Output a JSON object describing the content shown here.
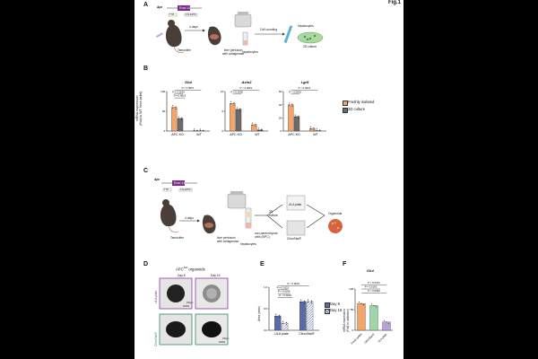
{
  "figure": {
    "title": "Fig.1",
    "panels": {
      "A": {
        "label": "A",
        "gene_header": "Apc",
        "gene_construct": "Apc",
        "exon": "Exon 14",
        "ttr": "TTR",
        "cre": "Cre-ERT2",
        "days": "4 days",
        "tamoxifen": "Tamoxifen",
        "perfusion": "liver perfusion\nwith collagenase",
        "hepatocytes_tube": "hepatocytes",
        "cell_counting": "Cell counting",
        "hepatocytes_dish": "hepatocytes",
        "culture": "2D culture"
      },
      "B": {
        "label": "B",
        "ylabel": "mRNA expression\n(Fold to WT fresh pellet)",
        "legend": [
          {
            "name": "Freshly isolated",
            "color": "#f4a468"
          },
          {
            "name": "2D culture",
            "color": "#6b6b6b"
          }
        ]
      },
      "C": {
        "label": "C",
        "gene_header": "Apc",
        "exon": "Exon 14",
        "ttr": "TTR",
        "cre": "Cre-ERT2",
        "days": "4 days",
        "tamoxifen": "Tamoxifen",
        "perfusion": "liver perfusion\nwith collagenase",
        "npc": "non-parenchymal\ncells (NPC)",
        "hepatocytes": "hepatocytes",
        "culture3d": "3D\nculture",
        "ula": "ULA plate",
        "clinostar": "ClinoStar®",
        "organoids": "Organoids"
      },
      "D": {
        "label": "D",
        "title": "APC",
        "title_suffix": "organoids",
        "col1": "Day 8",
        "col2": "Day 16",
        "row1": "ULA plate",
        "row2": "ClinoStar®",
        "scale": "100µm"
      },
      "E": {
        "label": "E",
        "ylabel": "Area (mm²)",
        "legend": [
          {
            "name": "Day 8",
            "color": "#5a6aa8"
          },
          {
            "name": "Day 16",
            "color": "#5a6aa8"
          }
        ]
      },
      "F": {
        "label": "F",
        "title": "Glul",
        "ylabel": "mRNA expression\n(Fold to calibrator)"
      }
    }
  },
  "chart_data": [
    {
      "type": "bar",
      "title": "Glul",
      "categories": [
        "APC KO",
        "WT"
      ],
      "series": [
        {
          "name": "Freshly isolated",
          "values": [
            60,
            0.5
          ]
        },
        {
          "name": "2D culture",
          "values": [
            32,
            0.3
          ]
        }
      ],
      "ylim": [
        0,
        100
      ],
      "yticks": [
        "0",
        "50",
        "100"
      ],
      "annotations": [
        "P = 0.0007",
        "P = 0.0019",
        "P = 0.0019"
      ]
    },
    {
      "type": "bar",
      "title": "Axin2",
      "categories": [
        "APC KO",
        "WT"
      ],
      "series": [
        {
          "name": "Freshly isolated",
          "values": [
            7,
            1.6
          ]
        },
        {
          "name": "2D culture",
          "values": [
            5.5,
            0.3
          ]
        }
      ],
      "ylim": [
        0,
        10
      ],
      "yticks": [
        "0",
        "5",
        "10"
      ],
      "annotations": [
        "P < 0.0001",
        "P = 0.0005"
      ]
    },
    {
      "type": "bar",
      "title": "Lgr5",
      "categories": [
        "APC KO",
        "WT"
      ],
      "series": [
        {
          "name": "Freshly isolated",
          "values": [
            40,
            4
          ]
        },
        {
          "name": "2D culture",
          "values": [
            22,
            0.5
          ]
        }
      ],
      "ylim": [
        0,
        60
      ],
      "yticks": [
        "0",
        "20",
        "40",
        "60"
      ],
      "annotations": [
        "P < 0.0001",
        "P < 0.0001"
      ]
    },
    {
      "type": "bar",
      "title": "",
      "categories": [
        "ULA plate",
        "ClinoStar®"
      ],
      "series": [
        {
          "name": "Day 8",
          "values": [
            0.4,
            0.8
          ]
        },
        {
          "name": "Day 16",
          "values": [
            0.2,
            0.8
          ]
        }
      ],
      "ylim": [
        0,
        1.2
      ],
      "yticks": [
        "0.0",
        "0.5",
        "1.0"
      ],
      "annotations": [
        "P < 0.0001",
        "P = 0.0121",
        "P = 0.0256",
        "P < 0.0001"
      ]
    },
    {
      "type": "bar",
      "title": "Glul",
      "categories": [
        "Fresh pellet",
        "ClinoStar®",
        "ULA plate"
      ],
      "values": [
        65,
        60,
        20
      ],
      "colors": [
        "#f4a468",
        "#9fd5a8",
        "#b9a2d6"
      ],
      "ylim": [
        0,
        100
      ],
      "yticks": [
        "0",
        "50",
        "100"
      ],
      "annotations": [
        "P = 0.0151",
        "P = 0.0163",
        "P = 0.0493"
      ]
    }
  ]
}
